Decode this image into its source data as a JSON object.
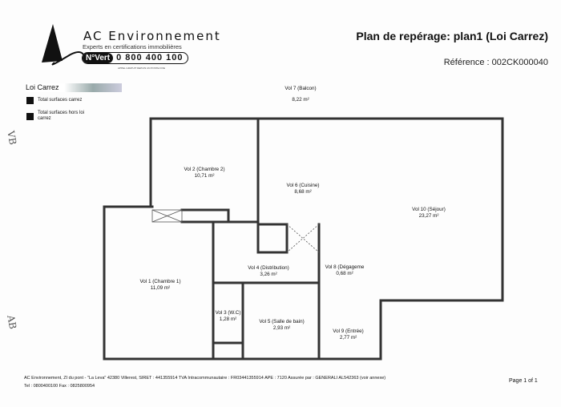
{
  "header": {
    "brand": "AC Environnement",
    "tagline": "Experts en certifications immobilières",
    "nv_label": "N°Vert",
    "phone": "0 800 400 100",
    "phone_note": "APPEL GRATUIT DEPUIS UN POSTE FIXE",
    "title": "Plan de repérage: plan1 (Loi Carrez)",
    "reference": "Référence : 002CK000040"
  },
  "legend": {
    "title": "Loi Carrez",
    "items": [
      "Total surfaces carrez",
      "Total surfaces hors loi carrez"
    ]
  },
  "rooms": [
    {
      "name": "Vol 7 (Balcon)",
      "area": "8,22 m²"
    },
    {
      "name": "Vol 2 (Chambre 2)",
      "area": "10,71 m²"
    },
    {
      "name": "Vol 6 (Cuisine)",
      "area": "8,68 m²"
    },
    {
      "name": "Vol 10 (Séjour)",
      "area": "23,27 m²"
    },
    {
      "name": "Vol 1 (Chambre 1)",
      "area": "11,09 m²"
    },
    {
      "name": "Vol 4 (Distribution)",
      "area": "3,26 m²"
    },
    {
      "name": "Vol 8 (Dégageme",
      "area": "0,68 m²"
    },
    {
      "name": "Vol 3 (W.C)",
      "area": "1,28 m²"
    },
    {
      "name": "Vol 5 (Salle de bain)",
      "area": "2,93 m²"
    },
    {
      "name": "Vol 9 (Entrée)",
      "area": "2,77 m²"
    }
  ],
  "handwriting": [
    "VB",
    "AB"
  ],
  "footer": {
    "line1": "AC Environnement, ZI du pont - \"La Leva\" 42380 Villerest, SIRET : 441355914 TVA Intracommunautaire : FR03441355914 APE : 7120 Assurée par : GENERALI AL542363 (voir annexe)",
    "line2": "Tel : 0800400100 Fax : 0825800954",
    "page": "Page 1 of 1"
  }
}
